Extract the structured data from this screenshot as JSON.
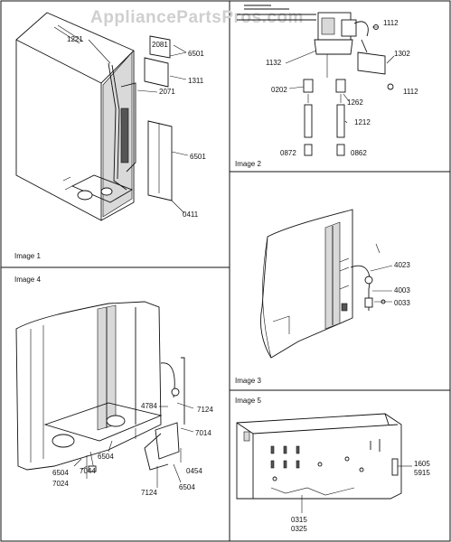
{
  "watermark": "AppliancePartsPros.com",
  "panels": [
    {
      "caption": "Image 1"
    },
    {
      "caption": "Image 2"
    },
    {
      "caption": "Image 3"
    },
    {
      "caption": "Image 4"
    },
    {
      "caption": "Image 5"
    }
  ],
  "image1_parts": [
    "1221",
    "2081",
    "6501",
    "1311",
    "2071",
    "6501",
    "0411"
  ],
  "image2_parts": [
    "1112",
    "1302",
    "1132",
    "0202",
    "1262",
    "1112",
    "1212",
    "0872",
    "0862"
  ],
  "image3_parts": [
    "4023",
    "4003",
    "0033"
  ],
  "image4_parts": [
    "4784",
    "7124",
    "7014",
    "0454",
    "6504",
    "7124",
    "6504",
    "6504",
    "7044",
    "7024"
  ],
  "image5_parts": [
    "1605",
    "5915",
    "0315",
    "0325"
  ],
  "colors": {
    "line": "#111111",
    "watermark": "#cfcfcf",
    "background": "#ffffff"
  }
}
